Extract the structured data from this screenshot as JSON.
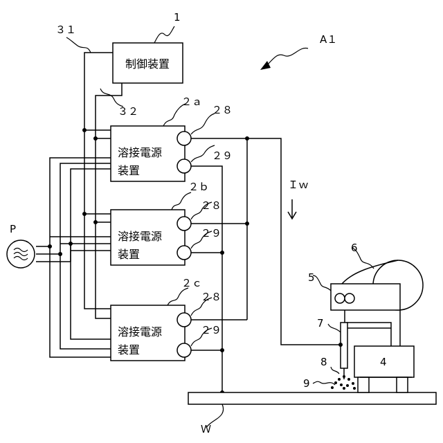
{
  "control_device": {
    "label": "制御装置",
    "ref": "1"
  },
  "system_ref": "A１",
  "power_source": {
    "ref": "P",
    "symbol": "≈"
  },
  "current": {
    "label": "Ｉｗ",
    "arrow": "↓"
  },
  "workpiece_ref": "Ｗ",
  "signal_lines": [
    "３１",
    "３２"
  ],
  "power_units": [
    {
      "ref": "２ａ",
      "line1": "溶接電源",
      "line2": "装置",
      "t1": "２８",
      "t2": "２９"
    },
    {
      "ref": "２ｂ",
      "line1": "溶接電源",
      "line2": "装置",
      "t1": "２８",
      "t2": "２９"
    },
    {
      "ref": "２ｃ",
      "line1": "溶接電源",
      "line2": "装置",
      "t1": "２８",
      "t2": "２９"
    }
  ],
  "welding_parts": {
    "carriage": "4",
    "feeder": "5",
    "wire_reel": "6",
    "torch": "7",
    "wire": "8",
    "arc": "9"
  }
}
